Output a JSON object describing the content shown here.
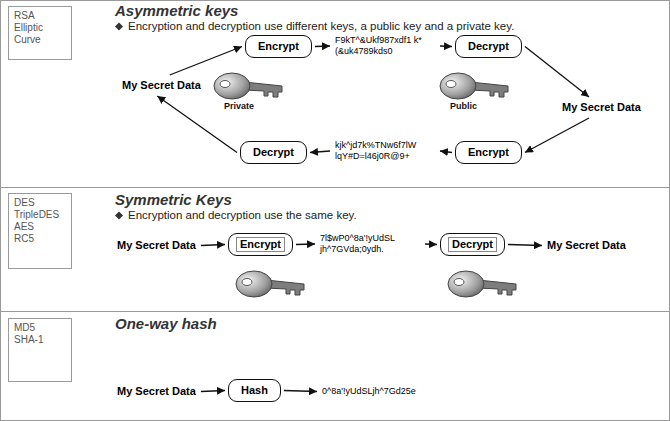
{
  "diagram": {
    "nodes": [
      {
        "text": [
          "RSA",
          "Elliptic Curve"
        ]
      },
      {
        "text": [
          "Encrypt"
        ]
      },
      {
        "text": [
          "F9kT^&Ukf987xdf1 k*(&uk4789kds0"
        ]
      },
      {
        "text": [
          "Decrypt"
        ]
      },
      {
        "text": [
          "My Secret Data"
        ]
      },
      {
        "text": [
          "My Secret Data"
        ]
      },
      {
        "text": [
          "Decrypt"
        ]
      },
      {
        "text": [
          "kjk^jd7k%TNw6f7lW lqY#D=l46j0R@9+"
        ]
      },
      {
        "text": [
          "Encrypt"
        ]
      },
      {
        "text": [
          "DES",
          "TripleDES",
          "AES",
          "RC5"
        ]
      },
      {
        "text": [
          "My Secret Data"
        ]
      },
      {
        "text": [
          "Encrypt"
        ]
      },
      {
        "text": [
          "7l$wP0^8a'!yUdSL jh^7GVda;0ydh."
        ]
      },
      {
        "text": [
          "Decrypt"
        ]
      },
      {
        "text": [
          "My Secret Data"
        ]
      },
      {
        "text": [
          "MD5",
          "SHA-1"
        ]
      },
      {
        "text": [
          "My Secret Data"
        ]
      },
      {
        "text": [
          "Hash"
        ]
      },
      {
        "text": [
          "0^8a'!yUdSLjh^7Gd25e"
        ]
      }
    ],
    "edges": [
      {
        "from": 4,
        "to": 1,
        "arrow": "to"
      },
      {
        "from": 1,
        "to": 2,
        "arrow": "to"
      },
      {
        "from": 2,
        "to": 3,
        "arrow": "to"
      },
      {
        "from": 3,
        "to": 5,
        "arrow": "to"
      },
      {
        "from": 5,
        "to": 8,
        "arrow": "to"
      },
      {
        "from": 8,
        "to": 7,
        "arrow": "to"
      },
      {
        "from": 7,
        "to": 6,
        "arrow": "to"
      },
      {
        "from": 6,
        "to": 4,
        "arrow": "to"
      },
      {
        "from": 10,
        "to": 11,
        "arrow": "to"
      },
      {
        "from": 11,
        "to": 12,
        "arrow": "to"
      },
      {
        "from": 12,
        "to": 13,
        "arrow": "to"
      },
      {
        "from": 13,
        "to": 14,
        "arrow": "to"
      },
      {
        "from": 16,
        "to": 17,
        "arrow": "to"
      },
      {
        "from": 17,
        "to": 18,
        "arrow": "to"
      }
    ],
    "labels": [
      "Asymmetric keys",
      "Encryption and decryption use different keys, a public key and a private key.",
      "Private",
      "Public",
      "Symmetric Keys",
      "Encryption and decryption use the same key.",
      "One-way hash"
    ]
  }
}
